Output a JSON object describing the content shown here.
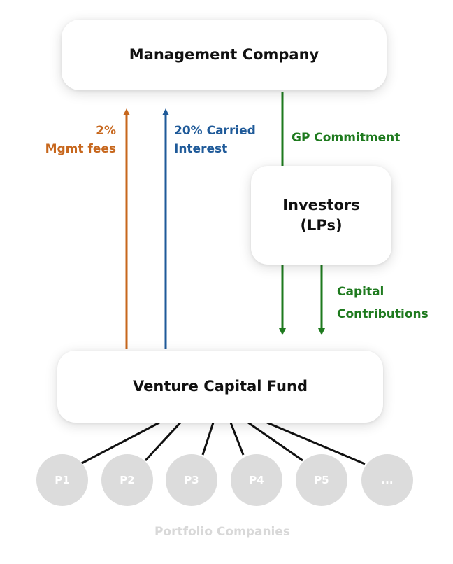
{
  "nodes": {
    "management_company": "Management Company",
    "investors": "Investors\n(LPs)",
    "venture_capital_fund": "Venture Capital Fund"
  },
  "flows": {
    "mgmt_fees": "2%\nMgmt fees",
    "carried_interest": "20% Carried\nInterest",
    "gp_commitment": "GP Commitment",
    "capital_contributions": "Capital\nContributions"
  },
  "portfolio": {
    "companies": [
      "P1",
      "P2",
      "P3",
      "P4",
      "P5",
      "..."
    ],
    "caption": "Portfolio Companies"
  },
  "colors": {
    "mgmt_fees": "#c7671d",
    "carried_interest": "#1f5a99",
    "commitment": "#1e7a1e",
    "company_circle": "#dcdcdc"
  }
}
